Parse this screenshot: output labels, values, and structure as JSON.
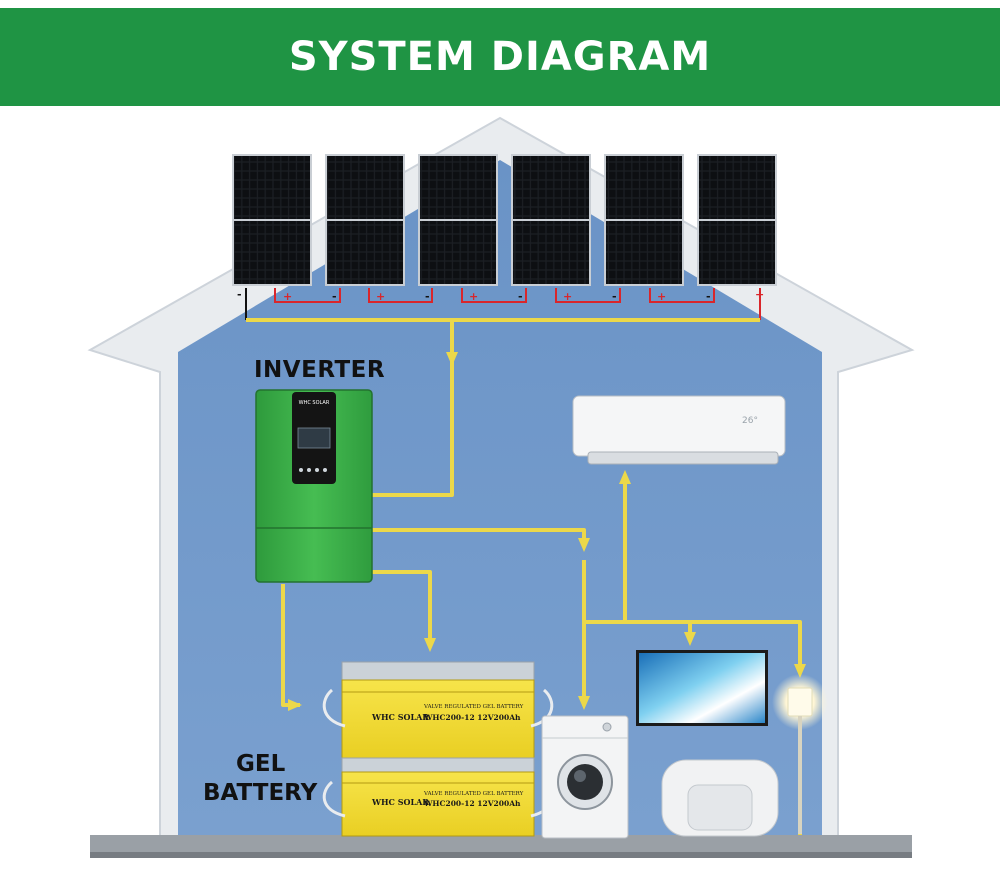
{
  "header": {
    "title": "SYSTEM DIAGRAM"
  },
  "labels": {
    "inverter": "INVERTER",
    "gel_battery_line1": "GEL",
    "gel_battery_line2": "BATTERY"
  },
  "inverter_brand": "WHC SOLAR",
  "battery": {
    "brand": "WHC SOLAR",
    "type": "VALVE REGULATED GEL BATTERY",
    "model": "WHC200-12 12V200Ah"
  },
  "ac_display": "26°",
  "panel_terminals": {
    "positive": "+",
    "negative": "-"
  },
  "colors": {
    "banner": "#1f9444",
    "house_wall": "#6f97c9",
    "house_outline": "#e9ecef",
    "wire_yellow": "#ecd84a",
    "wire_red": "#d9262b",
    "inverter_green": "#3ab34a",
    "battery_yellow": "#f3dd36"
  },
  "icons": [
    "solar-panel-icon",
    "inverter-icon",
    "battery-icon",
    "air-conditioner-icon",
    "tv-icon",
    "washing-machine-icon",
    "armchair-icon",
    "lamp-icon"
  ]
}
